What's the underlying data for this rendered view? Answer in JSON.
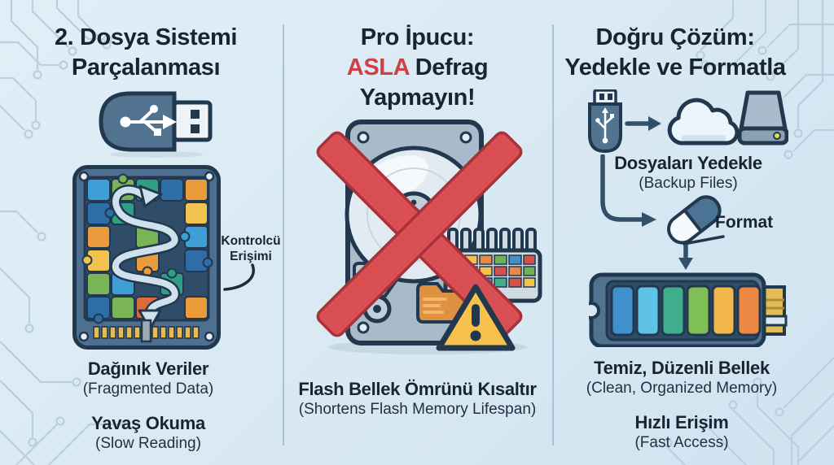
{
  "colors": {
    "bg": "#d8e9f3",
    "bg_light": "#e1eef7",
    "bg_dark": "#cfe3f0",
    "trace": "#b9d0e0",
    "divider": "#9cb4c6",
    "ink": "#192433",
    "sub_ink": "#243040",
    "accent_red": "#cf4046",
    "x_red": "#d94f53",
    "x_red_dark": "#a83239",
    "navy": "#22384e",
    "slate": "#52738f",
    "slate_light": "#a9bbca",
    "warning_yellow": "#f6c14c",
    "gold": "#e3bc55",
    "cloud_fill": "#ecf5fb",
    "arrow_ink": "#33506b"
  },
  "panels": {
    "left": {
      "title": "2. Dosya Sistemi\nParçalanması",
      "callout": "Kontrolcü\nErişimi",
      "captions": [
        {
          "main": "Dağınık Veriler",
          "sub": "(Fragmented Data)"
        },
        {
          "main": "Yavaş Okuma",
          "sub": "(Slow Reading)"
        }
      ],
      "icons": [
        "usb-flash-drive-icon",
        "fragmented-memory-card-icon",
        "controller-path-arrow-icon"
      ]
    },
    "middle": {
      "title_line1": "Pro İpucu:",
      "title_accent": "ASLA",
      "title_rest": " Defrag Yapmayın!",
      "caption": {
        "main": "Flash Bellek Ömrünü Kısaltır",
        "sub": "(Shortens Flash Memory Lifespan)"
      },
      "icons": [
        "hard-disk-icon",
        "defrag-chip-icon",
        "folder-icon",
        "no-x-icon",
        "warning-triangle-icon"
      ]
    },
    "right": {
      "title": "Doğru Çözüm:\nYedekle ve Formatla",
      "backup_caption": {
        "main": "Dosyaları Yedekle",
        "sub": "(Backup Files)"
      },
      "format_label": "Format",
      "captions": [
        {
          "main": "Temiz, Düzenli Bellek",
          "sub": "(Clean, Organized Memory)"
        },
        {
          "main": "Hızlı Erişim",
          "sub": "(Fast Access)"
        }
      ],
      "icons": [
        "usb-stick-icon",
        "right-arrow-icon",
        "cloud-icon",
        "external-drive-icon",
        "elbow-arrow-icon",
        "eraser-icon",
        "down-arrow-icon",
        "ssd-memory-icon"
      ]
    }
  }
}
